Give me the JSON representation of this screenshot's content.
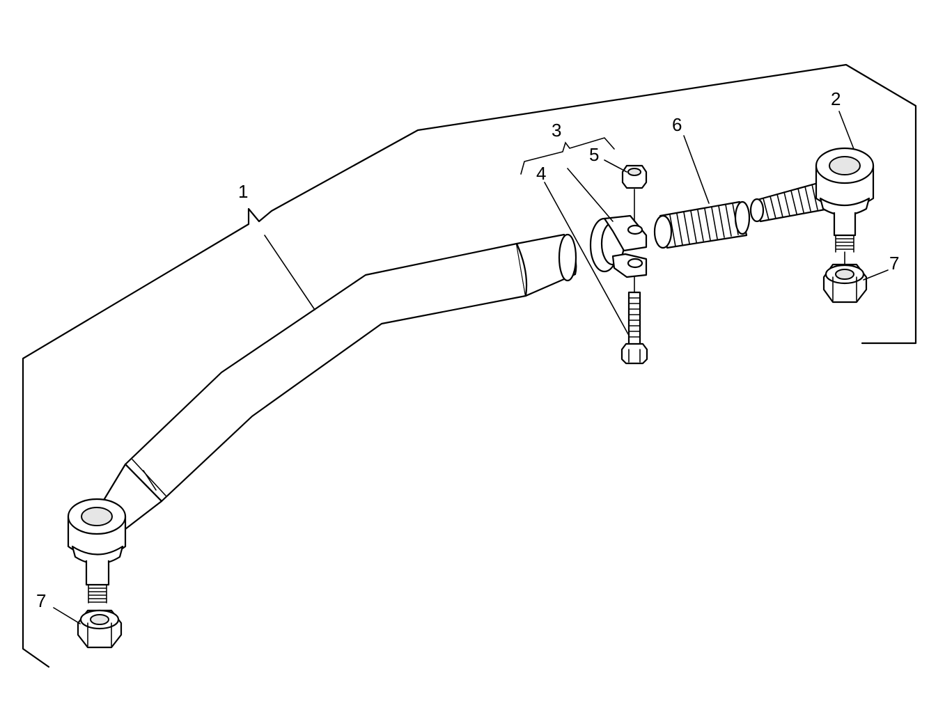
{
  "callouts": {
    "c1": "1",
    "c2": "2",
    "c3": "3",
    "c4": "4",
    "c5": "5",
    "c6": "6",
    "c7_left": "7",
    "c7_right": "7"
  },
  "colors": {
    "line": "#000000",
    "background": "#ffffff",
    "highlight": "#e6e6e6",
    "dark_fill": "#8a8a8a"
  }
}
